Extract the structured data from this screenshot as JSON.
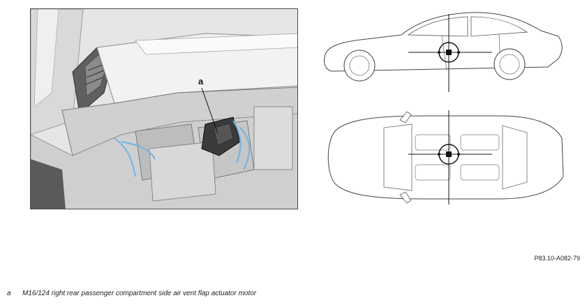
{
  "callout_letter": "a",
  "figure_code": "P83.10-A082-79",
  "legend": [
    {
      "key": "a",
      "text": "M16/124 right rear passenger compartment side air vent flap actuator motor"
    }
  ]
}
